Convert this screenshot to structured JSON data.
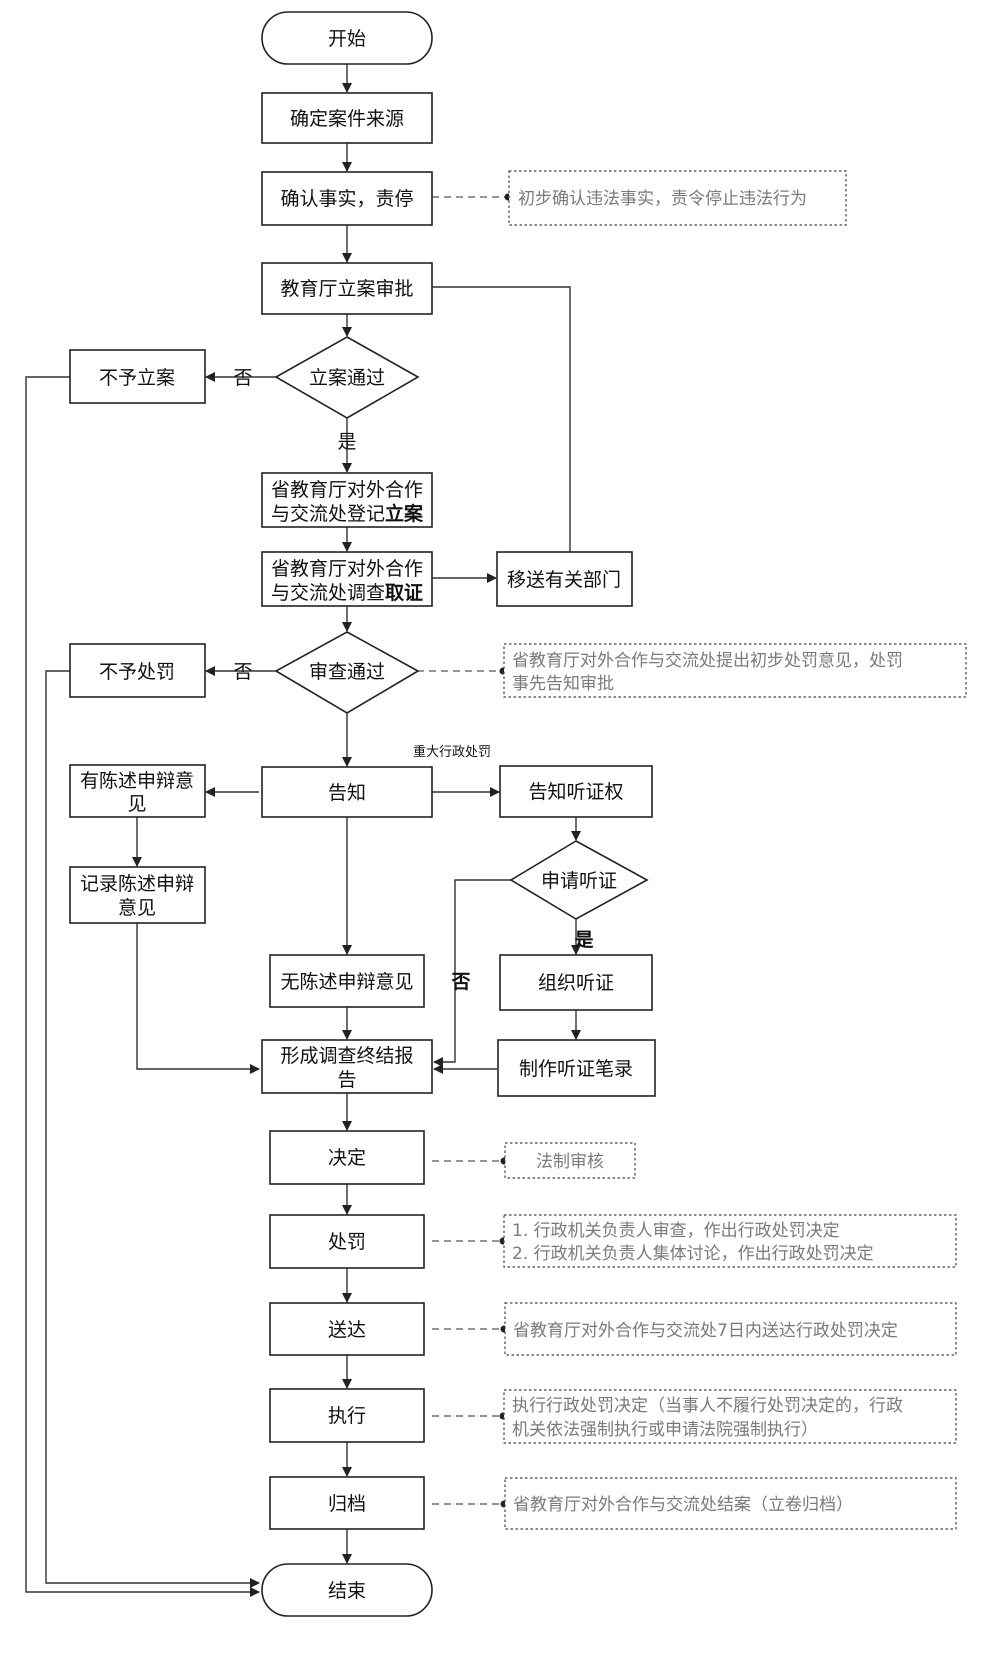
{
  "nodes": {
    "start": "开始",
    "confirm_source": "确定案件来源",
    "confirm_fact": "确认事实，责停",
    "approval": "教育厅立案审批",
    "decision_filing": "立案通过",
    "no_filing": "不予立案",
    "register_1": "省教育厅对外合作",
    "register_2a": "与交流处登记",
    "register_2b": "立案",
    "investigate_1": "省教育厅对外合作",
    "investigate_2a": "与交流处调查",
    "investigate_2b": "取证",
    "transfer": "移送有关部门",
    "decision_review": "审查通过",
    "no_penalty": "不予处罚",
    "notify": "告知",
    "has_statement_1": "有陈述申辩意",
    "has_statement_2": "见",
    "record_statement_1": "记录陈述申辩",
    "record_statement_2": "意见",
    "no_statement": "无陈述申辩意见",
    "notify_hearing": "告知听证权",
    "decision_hearing": "申请听证",
    "organize_hearing": "组织听证",
    "hearing_record": "制作听证笔录",
    "report_1": "形成调查终结报",
    "report_2": "告",
    "decide": "决定",
    "penalty": "处罚",
    "deliver": "送达",
    "execute": "执行",
    "archive": "归档",
    "end": "结束"
  },
  "edge_labels": {
    "no_1": "否",
    "yes_1": "是",
    "no_2": "否",
    "major_penalty": "重大行政处罚",
    "yes_hearing": "是",
    "no_hearing": "否"
  },
  "notes": {
    "confirm_fact": "初步确认违法事实，责令停止违法行为",
    "review_1": "省教育厅对外合作与交流处提出初步处罚意见，处罚",
    "review_2": "事先告知审批",
    "legal_review": "法制审核",
    "penalty_1": "1. 行政机关负责人审查，作出行政处罚决定",
    "penalty_2": "2. 行政机关负责人集体讨论，作出行政处罚决定",
    "deliver": "省教育厅对外合作与交流处7日内送达行政处罚决定",
    "execute_1": "执行行政处罚决定（当事人不履行处罚决定的，行政",
    "execute_2": "机关依法强制执行或申请法院强制执行）",
    "archive": "省教育厅对外合作与交流处结案（立卷归档）"
  }
}
